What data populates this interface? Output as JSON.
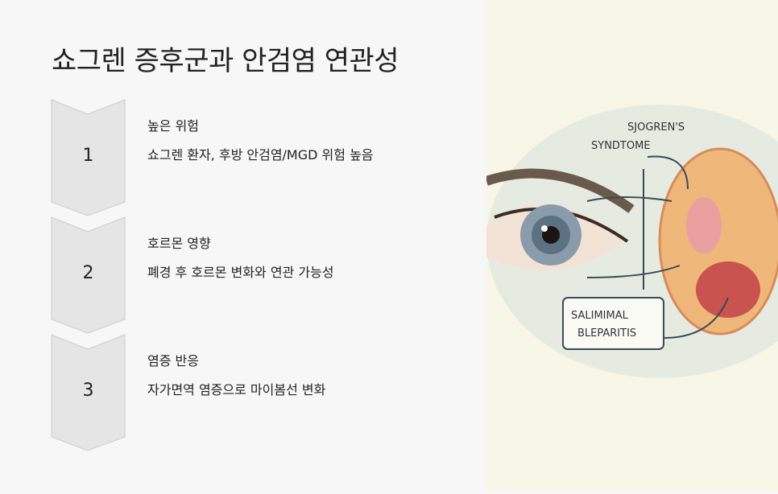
{
  "title": "쇼그렌 증후군과 안검염 연관성",
  "steps": [
    {
      "number": "1",
      "heading": "높은 위험",
      "description": "쇼그렌 환자, 후방 안검염/MGD 위험 높음"
    },
    {
      "number": "2",
      "heading": "호르몬 영향",
      "description": "폐경 후 호르몬 변화와 연관 가능성"
    },
    {
      "number": "3",
      "heading": "염증 반응",
      "description": "자가면역 염증으로 마이봄선 변화"
    }
  ],
  "illustration": {
    "label_top_1": "SJOGREN'S",
    "label_top_2": "SYNDTOME",
    "label_bottom_1": "SALIMIMAL",
    "label_bottom_2": "BLEPARITIS"
  },
  "colors": {
    "chevron_fill": "#e5e5e5",
    "chevron_stroke": "#cccccc",
    "background": "#f7f7f7"
  }
}
